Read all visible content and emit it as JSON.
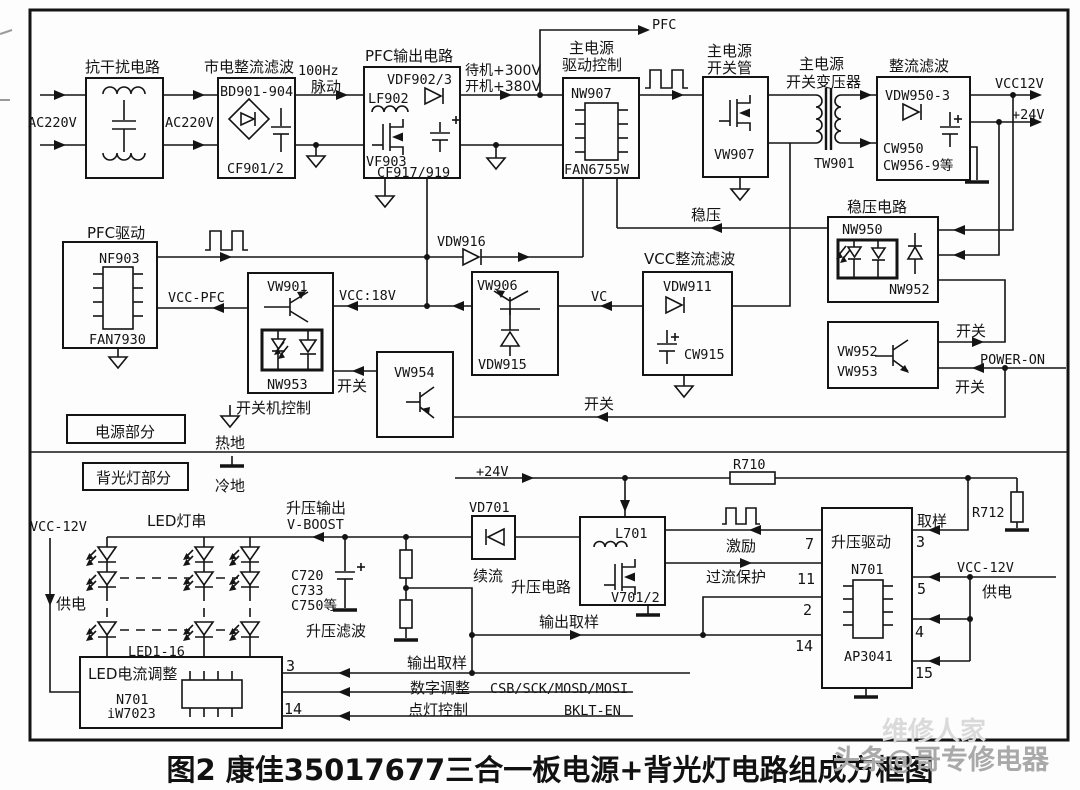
{
  "colors": {
    "line": "#141414",
    "bg": "#fdfdfd",
    "watermark_light": "#dadada",
    "watermark_dark": "#a9a9a9"
  },
  "caption": "图2 康佳35017677三合一板电源+背光灯电路组成方框图",
  "watermark": {
    "faint": "维修人家",
    "main": "头条@哥专修电器"
  },
  "badges": {
    "power": "电源部分",
    "backlight": "背光灯部分"
  },
  "grounds": {
    "hot": "热地",
    "cold": "冷地"
  },
  "signals": {
    "ac": "AC220V",
    "hz100": "100Hz",
    "pulse": "脉动",
    "pfc": "PFC",
    "standby": "待机+300V",
    "poweron_v": "开机+380V",
    "vcc12": "VCC12V",
    "p24": "+24V",
    "stab": "稳压",
    "vcc18": "VCC:18V",
    "vcc_pfc": "VCC-PFC",
    "vc": "VC",
    "switch": "开关",
    "power_on": "POWER-ON",
    "supply": "供电",
    "vcc_12v": "VCC-12V",
    "boost_out": "升压输出",
    "vboost": "V-BOOST",
    "sample": "取样",
    "drive": "激励",
    "ocp": "过流保护",
    "out_sample": "输出取样",
    "digital": "数字调整",
    "csb": "CSB/SCK/MOSD/MOSI",
    "lamp_ctrl": "点灯控制",
    "bklt": "BKLT-EN"
  },
  "blocks": {
    "emi": {
      "title": "抗干扰电路"
    },
    "mains_rect": {
      "title": "市电整流滤波",
      "part1": "BD901-904",
      "part2": "CF901/2"
    },
    "pfc_out": {
      "title": "PFC输出电路",
      "part1": "VDF902/3",
      "part2": "LF902",
      "part3": "VF903",
      "part4": "CF917/919"
    },
    "main_drv": {
      "title1": "主电源",
      "title2": "驱动控制",
      "part1": "NW907",
      "part2": "FAN6755W"
    },
    "main_sw": {
      "title1": "主电源",
      "title2": "开关管",
      "part": "VW907"
    },
    "main_tx": {
      "title1": "主电源",
      "title2": "开关变压器",
      "part": "TW901"
    },
    "out_rect": {
      "title": "整流滤波",
      "part1": "VDW950-3",
      "part2": "CW950",
      "part3": "CW956-9等"
    },
    "pfc_drv": {
      "title": "PFC驱动",
      "part1": "NF903",
      "part2": "FAN7930"
    },
    "sw_ctrl": {
      "title": "开关机控制",
      "part1": "VW901",
      "part2": "NW953"
    },
    "vdw916": "VDW916",
    "vw906": {
      "part1": "VW906",
      "part2": "VDW915"
    },
    "vcc_rect": {
      "title": "VCC整流滤波",
      "part1": "VDW911",
      "part2": "CW915"
    },
    "regulator": {
      "title": "稳压电路",
      "part1": "NW950",
      "part2": "NW952"
    },
    "sw_tr": {
      "part1": "VW952",
      "part2": "VW953"
    },
    "vw954": "VW954",
    "led_string": {
      "title": "LED灯串",
      "range": "LED1-16"
    },
    "boost_cap": {
      "part1": "C720",
      "part2": "C733",
      "part3": "C750等",
      "title": "升压滤波"
    },
    "vd701": {
      "part": "VD701",
      "label": "续流"
    },
    "boost_circuit": {
      "title": "升压电路",
      "part1": "L701",
      "part2": "V701/2"
    },
    "boost_drv": {
      "title": "升压驱动",
      "part1": "N701",
      "part2": "AP3041",
      "pins_left": [
        "7",
        "11",
        "2",
        "14"
      ],
      "pins_right": [
        "3",
        "5",
        "4",
        "15"
      ]
    },
    "led_adj": {
      "title": "LED电流调整",
      "part1": "N701",
      "part2": "iW7023",
      "pins": [
        "3",
        "14"
      ]
    },
    "r710": "R710",
    "r712": "R712"
  }
}
